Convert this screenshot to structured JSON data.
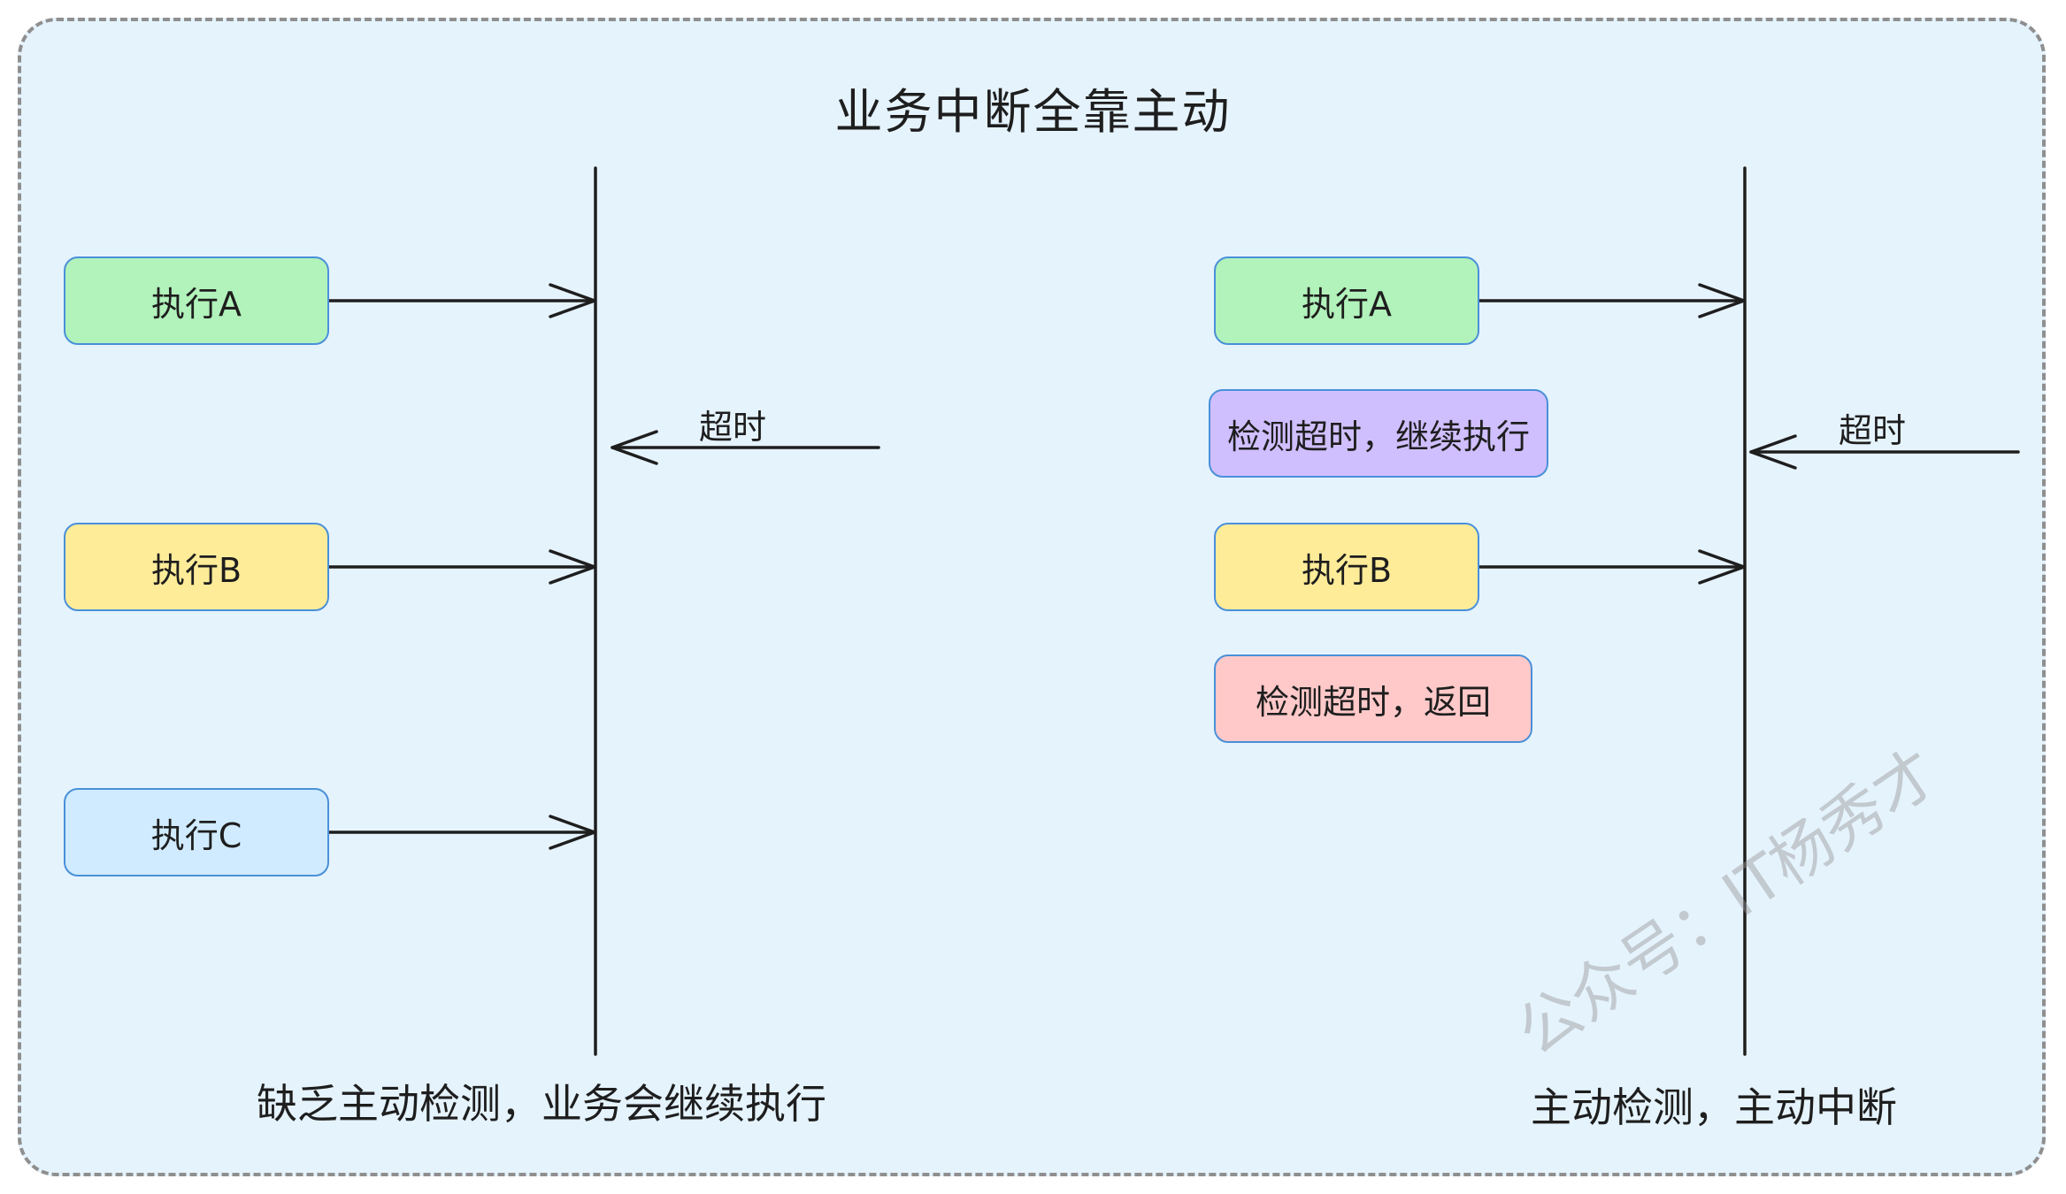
{
  "title": "业务中断全靠主动",
  "left": {
    "boxes": [
      {
        "label": "执行A"
      },
      {
        "label": "执行B"
      },
      {
        "label": "执行C"
      }
    ],
    "timeout_label": "超时",
    "caption": "缺乏主动检测，业务会继续执行"
  },
  "right": {
    "boxes": [
      {
        "label": "执行A"
      },
      {
        "label": "检测超时，继续执行"
      },
      {
        "label": "执行B"
      },
      {
        "label": "检测超时，返回"
      }
    ],
    "timeout_label": "超时",
    "caption": "主动检测，主动中断"
  },
  "watermark": "公众号：IT杨秀才",
  "colors": {
    "background": "#e5f3fd",
    "border": "#8f8f8f",
    "green": "#b2f2bb",
    "yellow": "#ffec99",
    "blue": "#d0ebff",
    "purple": "#d0bfff",
    "red": "#ffc9c9",
    "stroke": "#1e1e1e"
  }
}
